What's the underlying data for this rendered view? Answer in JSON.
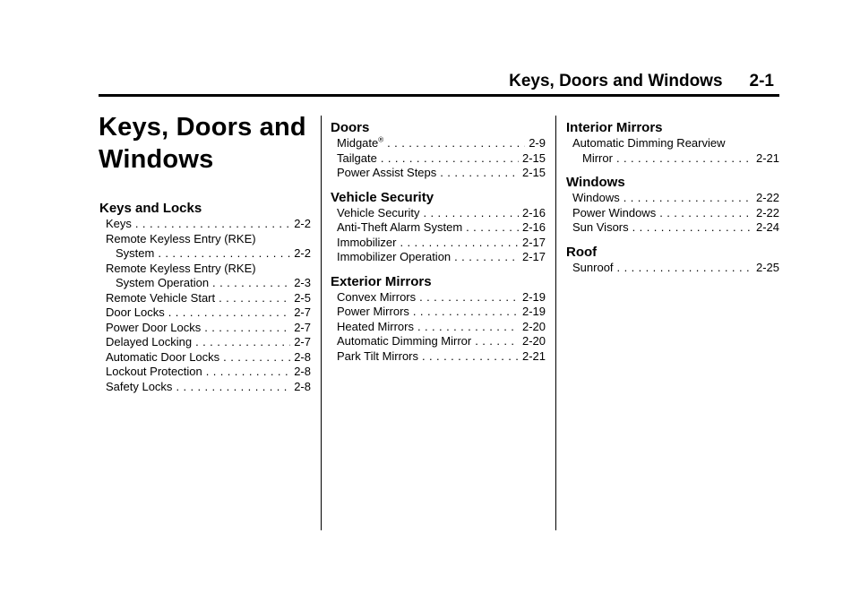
{
  "header": {
    "title": "Keys, Doors and Windows",
    "page": "2-1"
  },
  "chapter_title_line1": "Keys, Doors and",
  "chapter_title_line2": "Windows",
  "sections": {
    "keys_locks": {
      "heading": "Keys and Locks",
      "entries": [
        {
          "text": "Keys",
          "page": "2-2"
        },
        {
          "line1": "Remote Keyless Entry (RKE)",
          "text": "System",
          "page": "2-2"
        },
        {
          "line1": "Remote Keyless Entry (RKE)",
          "text": "System Operation",
          "page": "2-3"
        },
        {
          "text": "Remote Vehicle Start",
          "page": "2-5"
        },
        {
          "text": "Door Locks",
          "page": "2-7"
        },
        {
          "text": "Power Door Locks",
          "page": "2-7"
        },
        {
          "text": "Delayed Locking",
          "page": "2-7"
        },
        {
          "text": "Automatic Door Locks",
          "page": "2-8"
        },
        {
          "text": "Lockout Protection",
          "page": "2-8"
        },
        {
          "text": "Safety Locks",
          "page": "2-8"
        }
      ]
    },
    "doors": {
      "heading": "Doors",
      "entries": [
        {
          "text": "Midgate",
          "sup": "®",
          "page": "2-9"
        },
        {
          "text": "Tailgate",
          "page": "2-15"
        },
        {
          "text": "Power Assist Steps",
          "page": "2-15"
        }
      ]
    },
    "vehicle_security": {
      "heading": "Vehicle Security",
      "entries": [
        {
          "text": "Vehicle Security",
          "page": "2-16"
        },
        {
          "text": "Anti-Theft Alarm System",
          "page": "2-16"
        },
        {
          "text": "Immobilizer",
          "page": "2-17"
        },
        {
          "text": "Immobilizer Operation",
          "page": "2-17"
        }
      ]
    },
    "exterior_mirrors": {
      "heading": "Exterior Mirrors",
      "entries": [
        {
          "text": "Convex Mirrors",
          "page": "2-19"
        },
        {
          "text": "Power Mirrors",
          "page": "2-19"
        },
        {
          "text": "Heated Mirrors",
          "page": "2-20"
        },
        {
          "text": "Automatic Dimming Mirror",
          "page": "2-20"
        },
        {
          "text": "Park Tilt Mirrors",
          "page": "2-21"
        }
      ]
    },
    "interior_mirrors": {
      "heading": "Interior Mirrors",
      "entries": [
        {
          "line1": "Automatic Dimming Rearview",
          "text": "Mirror",
          "page": "2-21"
        }
      ]
    },
    "windows": {
      "heading": "Windows",
      "entries": [
        {
          "text": "Windows",
          "page": "2-22"
        },
        {
          "text": "Power Windows",
          "page": "2-22"
        },
        {
          "text": "Sun Visors",
          "page": "2-24"
        }
      ]
    },
    "roof": {
      "heading": "Roof",
      "entries": [
        {
          "text": "Sunroof",
          "page": "2-25"
        }
      ]
    }
  }
}
